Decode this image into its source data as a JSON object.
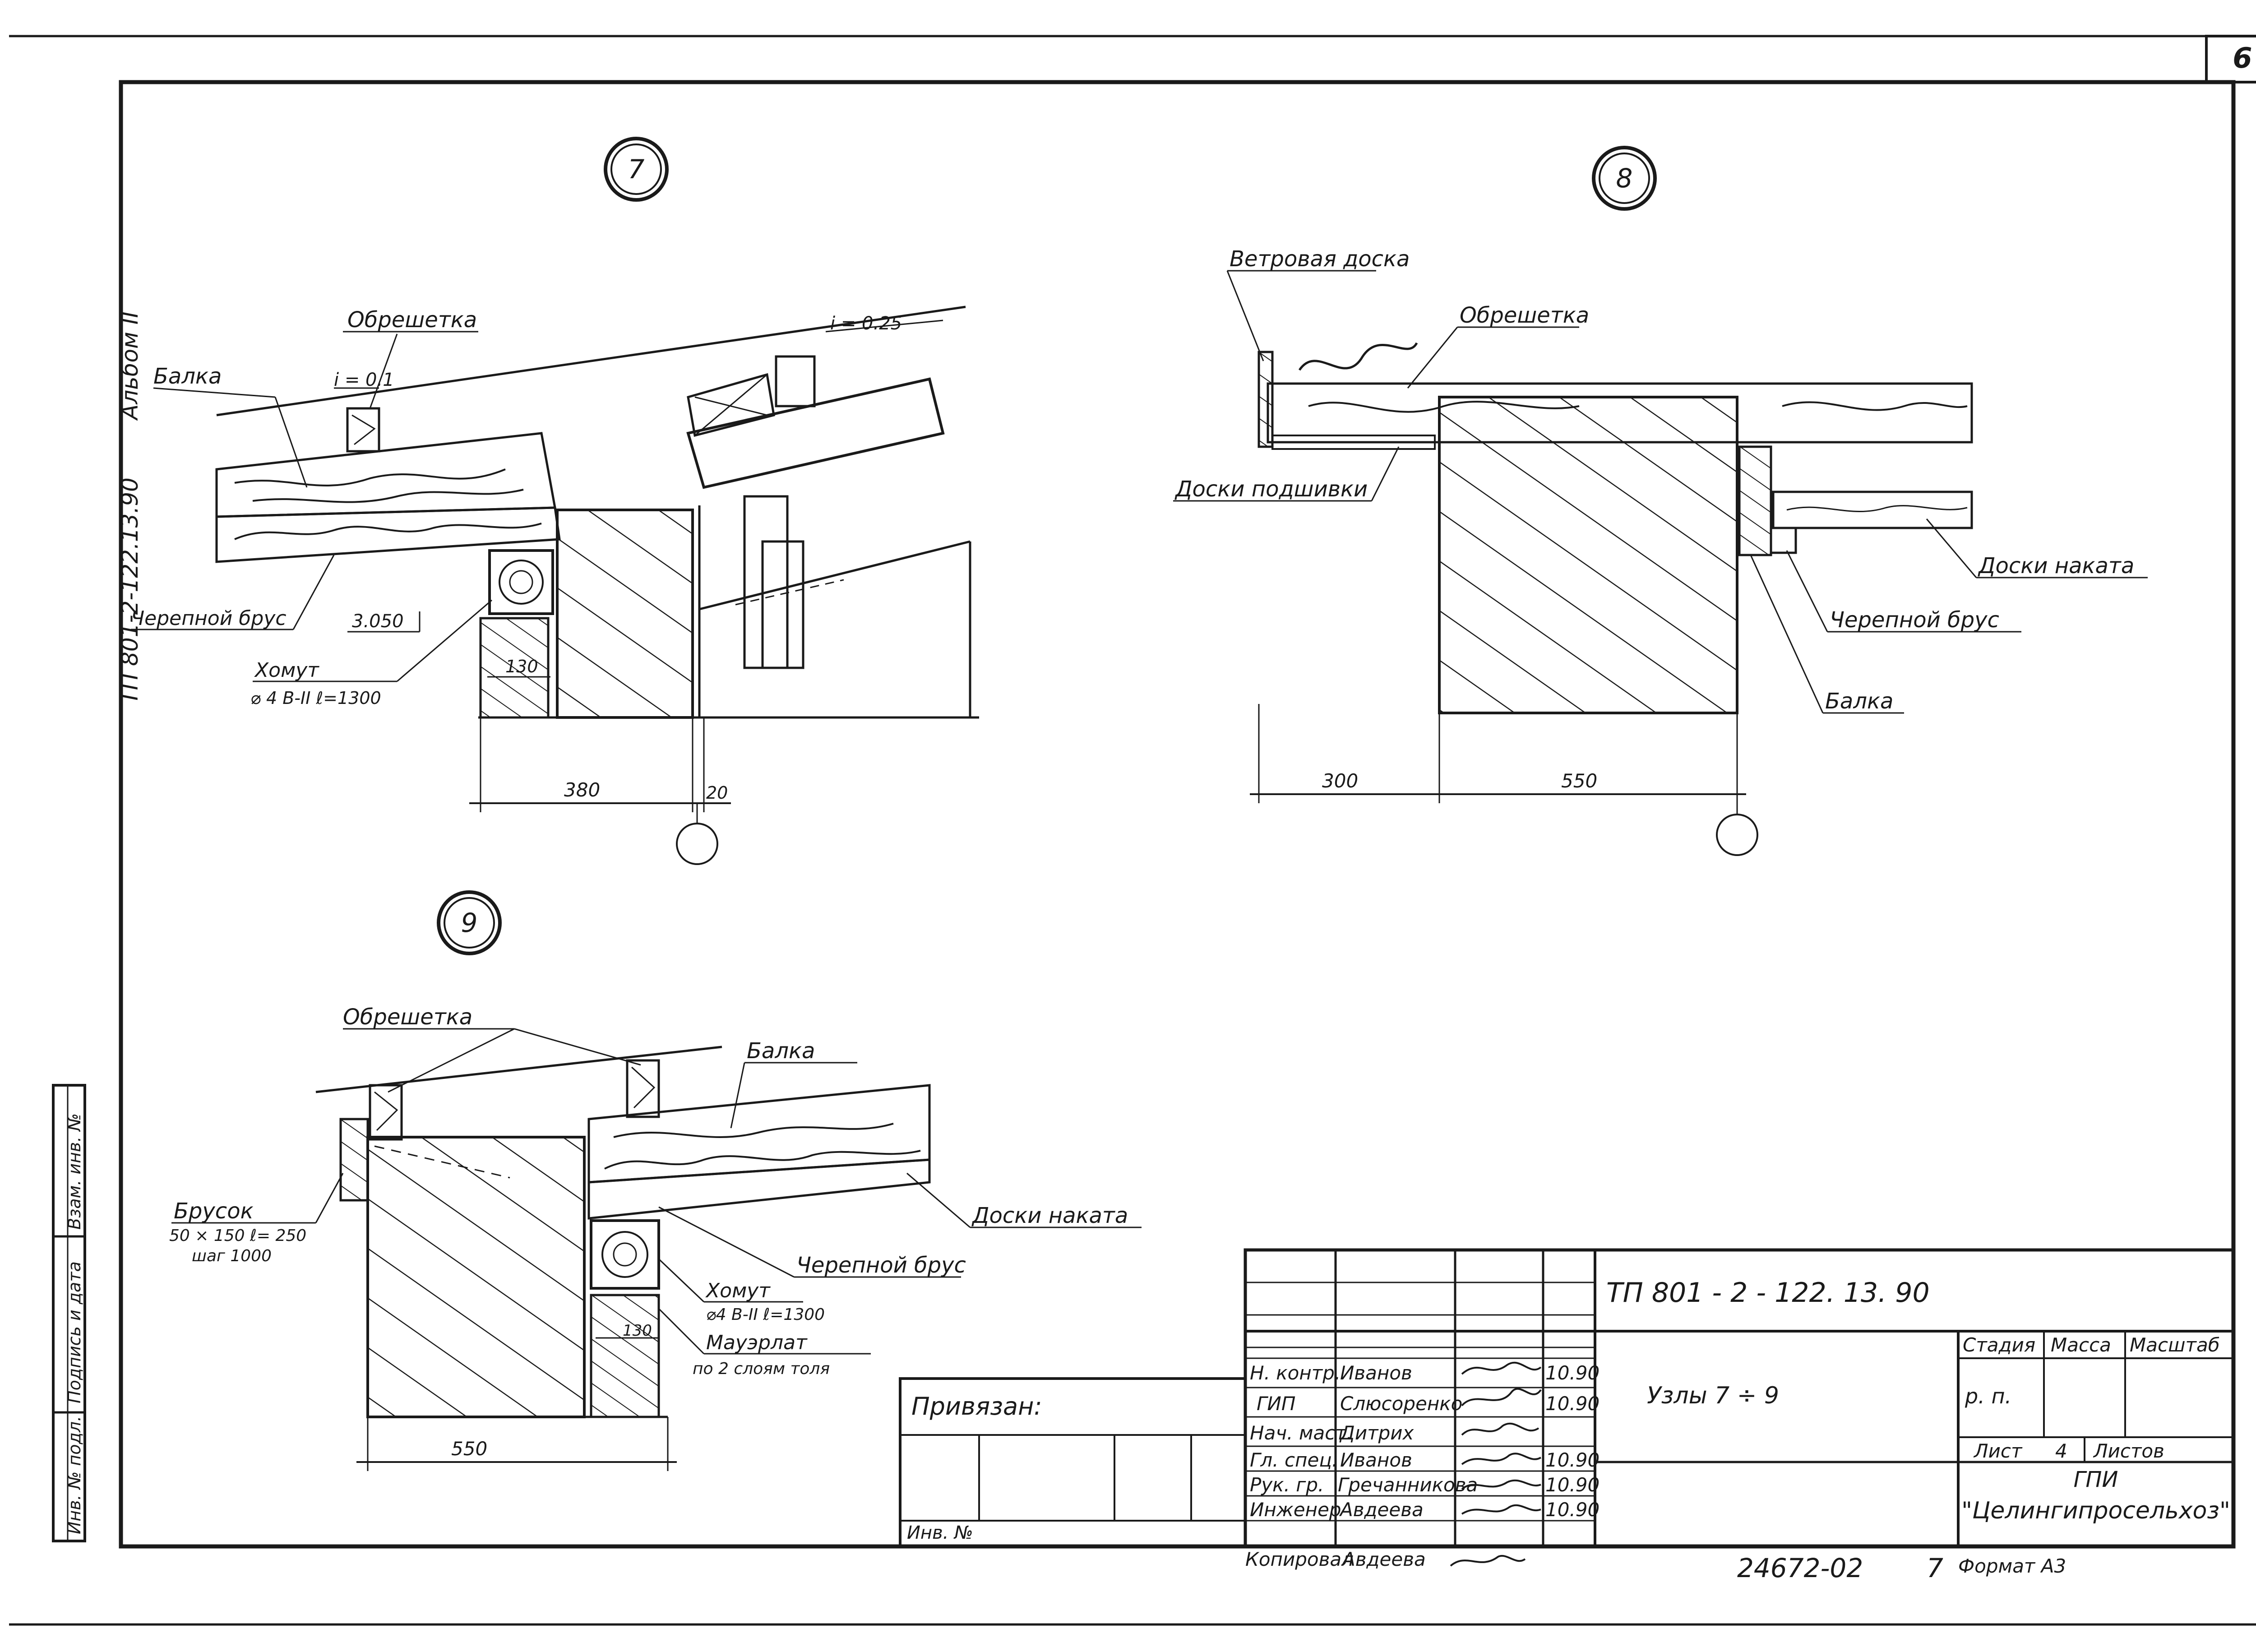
{
  "sheet": {
    "page_number": "6",
    "album_label": "Альбом II",
    "doc_code_vertical": "ТП 801-2-122.13.90",
    "format": "Формат А3",
    "inventory_number": "24672-02",
    "inventory_suffix": "7"
  },
  "side_stamp": {
    "col1": "Инв. № подл.",
    "col2": "Подпись и дата",
    "col3": "Взам. инв. №"
  },
  "node7": {
    "marker": "7",
    "slope_left": "i = 0.1",
    "slope_right": "i = 0.25",
    "label_lathing": "Обрешетка",
    "label_beam": "Балка",
    "label_skull_bar": "Черепной брус",
    "elevation": "3.050",
    "label_clamp": "Хомут",
    "clamp_spec": "⌀ 4 В-II ℓ=1300",
    "dim_130": "130",
    "dim_380": "380",
    "dim_20": "20"
  },
  "node8": {
    "marker": "8",
    "label_wind_board": "Ветровая доска",
    "label_lathing": "Обрешетка",
    "label_soffit": "Доски подшивки",
    "label_deck_boards": "Доски наката",
    "label_skull_bar": "Черепной брус",
    "label_beam": "Балка",
    "dim_300": "300",
    "dim_550": "550"
  },
  "node9": {
    "marker": "9",
    "label_lathing": "Обрешетка",
    "label_beam": "Балка",
    "label_deck_boards": "Доски наката",
    "label_skull_bar": "Черепной брус",
    "label_block": "Брусок",
    "block_spec1": "50 × 150  ℓ= 250",
    "block_spec2": "шаг 1000",
    "label_clamp": "Хомут",
    "clamp_spec": "⌀4 В-II ℓ=1300",
    "label_mauerlat": "Мауэрлат",
    "mauerlat_spec": "по 2 слоям толя",
    "dim_130": "130",
    "dim_550": "550"
  },
  "title_block": {
    "doc_code": "ТП 801 - 2 - 122. 13. 90",
    "sheet_title": "Узлы  7 ÷ 9",
    "tied_label": "Привязан:",
    "inv_label": "Инв. №",
    "stage_header": "Стадия",
    "mass_header": "Масса",
    "scale_header": "Масштаб",
    "stage_value": "р. п.",
    "sheet_label": "Лист",
    "sheet_value": "4",
    "sheets_label": "Листов",
    "org_line1": "ГПИ",
    "org_line2": "\"Целингипросельхоз\"",
    "signatures": [
      {
        "role": "Н. контр.",
        "name": "Иванов",
        "date": "10.90"
      },
      {
        "role": "ГИП",
        "name": "Слюсоренко",
        "date": "10.90"
      },
      {
        "role": "Нач. маст.",
        "name": "Дитрих",
        "date": ""
      },
      {
        "role": "Гл. спец.",
        "name": "Иванов",
        "date": "10.90"
      },
      {
        "role": "Рук. гр.",
        "name": "Гречанникова",
        "date": "10.90"
      },
      {
        "role": "Инженер",
        "name": "Авдеева",
        "date": "10.90"
      }
    ],
    "copied_role": "Копировал",
    "copied_name": "Авдеева"
  }
}
